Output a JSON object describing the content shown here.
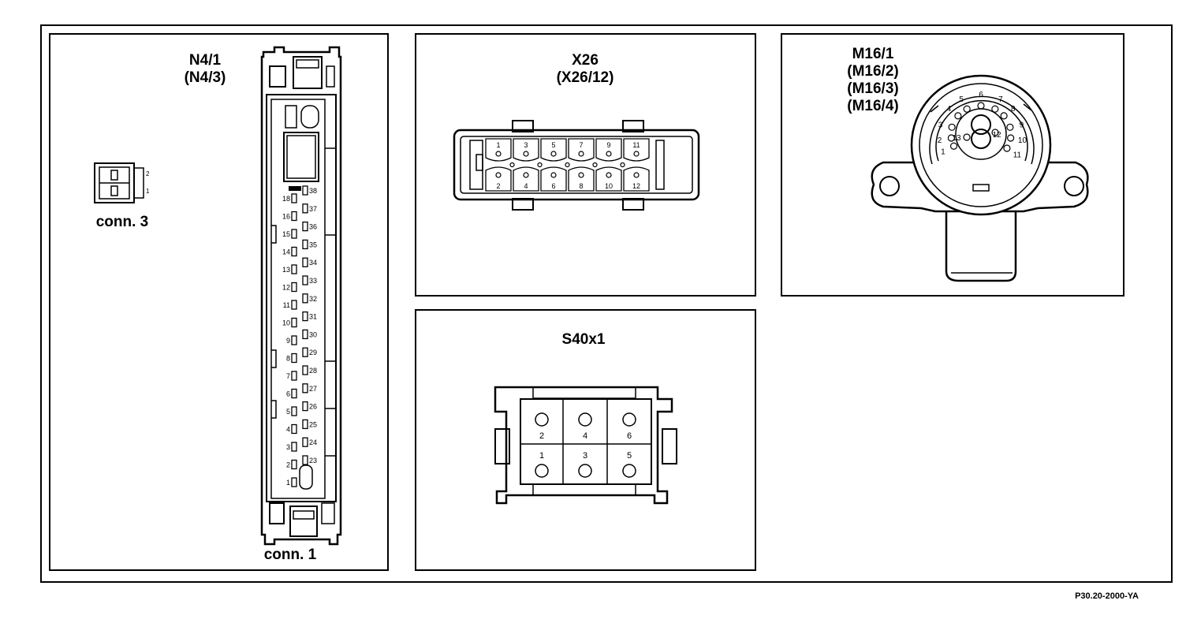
{
  "connectors": {
    "n4": {
      "title": "N4/1",
      "subtitle": "(N4/3)",
      "caption": "conn. 1",
      "pins_left": [
        "18",
        "16",
        "15",
        "14",
        "13",
        "12",
        "11",
        "10",
        "9",
        "8",
        "7",
        "6",
        "5",
        "4",
        "3",
        "2",
        "1"
      ],
      "pins_right": [
        "38",
        "37",
        "36",
        "35",
        "34",
        "33",
        "32",
        "31",
        "30",
        "29",
        "28",
        "27",
        "26",
        "25",
        "24",
        "23"
      ]
    },
    "conn3": {
      "caption": "conn. 3"
    },
    "x26": {
      "title": "X26",
      "subtitle": "(X26/12)",
      "pins_top": [
        "1",
        "3",
        "5",
        "7",
        "9",
        "11"
      ],
      "pins_bottom": [
        "2",
        "4",
        "6",
        "8",
        "10",
        "12"
      ]
    },
    "m16": {
      "title": "M16/1",
      "alt1": "(M16/2)",
      "alt2": "(M16/3)",
      "alt3": "(M16/4)",
      "pins": [
        "1",
        "2",
        "3",
        "4",
        "5",
        "6",
        "7",
        "8",
        "9",
        "10",
        "11",
        "12",
        "13"
      ]
    },
    "s40": {
      "title": "S40x1",
      "pins_top": [
        "2",
        "4",
        "6"
      ],
      "pins_bottom": [
        "1",
        "3",
        "5"
      ]
    }
  },
  "reference": "P30.20-2000-YA"
}
